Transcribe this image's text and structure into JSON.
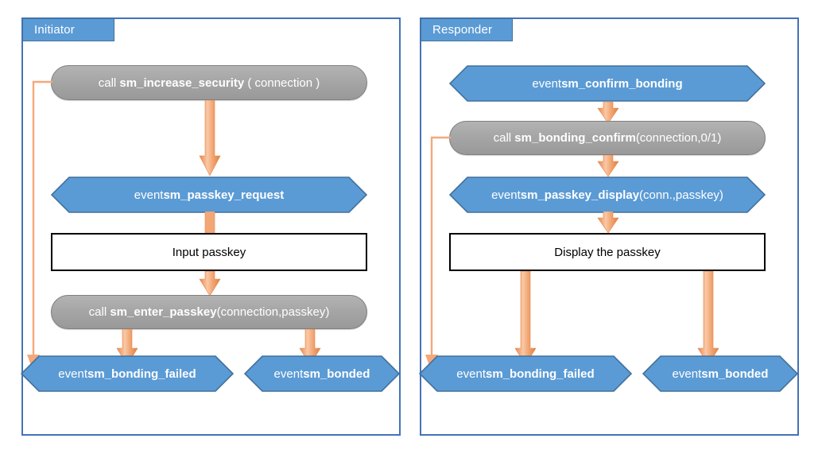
{
  "diagram": {
    "title_initiator": "Initiator",
    "title_responder": "Responder",
    "colors": {
      "panel_border": "#4472b8",
      "tab_fill": "#5b9bd5",
      "tab_border": "#41719c",
      "event_fill": "#5b9bd5",
      "event_border": "#41719c",
      "call_fill": "#a6a6a6",
      "call_border": "#7f7f7f",
      "process_border": "#000000",
      "arrow_fill": "#ed9b66",
      "arrow_light": "#f8c29a",
      "connector": "#f4a87c",
      "text_on_fill": "#ffffff",
      "text_on_white": "#000000"
    }
  },
  "initiator": {
    "tab_label": "Initiator",
    "nodes": {
      "increase_security": {
        "prefix": "call ",
        "name": "sm_increase_security",
        "suffix": " ( connection )",
        "shape": "call-pill"
      },
      "passkey_request": {
        "prefix": "event ",
        "name": "sm_passkey_request",
        "suffix": "",
        "shape": "event-hexagon"
      },
      "input_passkey": {
        "prefix": "",
        "name": "",
        "suffix": "Input passkey",
        "shape": "process-rect"
      },
      "enter_passkey": {
        "prefix": "call ",
        "name": "sm_enter_passkey",
        "suffix": "(connection,passkey)",
        "shape": "call-pill"
      },
      "bonding_failed": {
        "prefix": "event ",
        "name": "sm_bonding_failed",
        "suffix": "",
        "shape": "event-hexagon"
      },
      "bonded": {
        "prefix": "event ",
        "name": "sm_bonded",
        "suffix": "",
        "shape": "event-hexagon"
      }
    }
  },
  "responder": {
    "tab_label": "Responder",
    "nodes": {
      "confirm_bonding": {
        "prefix": "event ",
        "name": "sm_confirm_bonding",
        "suffix": "",
        "shape": "event-hexagon"
      },
      "bonding_confirm": {
        "prefix": "call ",
        "name": "sm_bonding_confirm",
        "suffix": "(connection,0/1)",
        "shape": "call-pill"
      },
      "passkey_display": {
        "prefix": "event ",
        "name": "sm_passkey_display",
        "suffix": "(conn.,passkey)",
        "shape": "event-hexagon"
      },
      "display_passkey": {
        "prefix": "",
        "name": "",
        "suffix": "Display the passkey",
        "shape": "process-rect"
      },
      "bonding_failed": {
        "prefix": "event ",
        "name": "sm_bonding_failed",
        "suffix": "",
        "shape": "event-hexagon"
      },
      "bonded": {
        "prefix": "event ",
        "name": "sm_bonded",
        "suffix": "",
        "shape": "event-hexagon"
      }
    }
  }
}
